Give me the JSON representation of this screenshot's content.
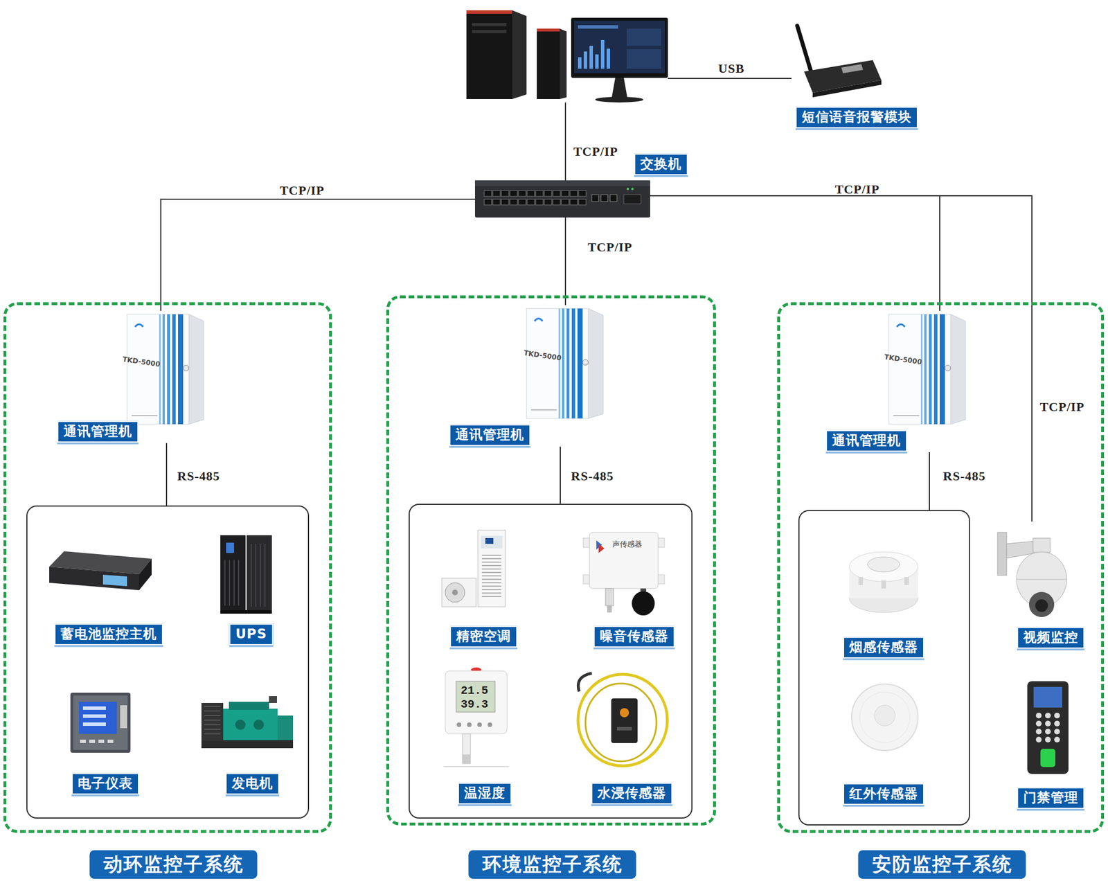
{
  "diagram": {
    "nodes": [
      {
        "text": []
      },
      {
        "text": [
          "短信语音报警模块"
        ]
      },
      {
        "text": [
          "交换机"
        ]
      },
      {
        "text": [
          "动环监控子系统"
        ]
      },
      {
        "text": [
          "通讯管理机"
        ],
        "in": 3
      },
      {
        "text": [],
        "in": 3
      },
      {
        "text": [
          "蓄电池监控主机"
        ],
        "in": 5
      },
      {
        "text": [
          "UPS"
        ],
        "in": 5
      },
      {
        "text": [
          "电子仪表"
        ],
        "in": 5
      },
      {
        "text": [
          "发电机"
        ],
        "in": 5
      },
      {
        "text": [
          "环境监控子系统"
        ]
      },
      {
        "text": [
          "通讯管理机"
        ],
        "in": 10
      },
      {
        "text": [],
        "in": 10
      },
      {
        "text": [
          "精密空调"
        ],
        "in": 12
      },
      {
        "text": [
          "噪音传感器"
        ],
        "in": 12
      },
      {
        "text": [
          "温湿度"
        ],
        "in": 12
      },
      {
        "text": [
          "水浸传感器"
        ],
        "in": 12
      },
      {
        "text": [
          "安防监控子系统"
        ]
      },
      {
        "text": [
          "通讯管理机"
        ],
        "in": 17
      },
      {
        "text": [],
        "in": 17
      },
      {
        "text": [
          "烟感传感器"
        ],
        "in": 19
      },
      {
        "text": [
          "红外传感器"
        ],
        "in": 19
      },
      {
        "text": [
          "视频监控"
        ],
        "in": 17
      },
      {
        "text": [
          "门禁管理"
        ],
        "in": 17
      }
    ],
    "edges": [
      {
        "from": 0,
        "to": 1,
        "label": "USB",
        "arrow": "none"
      },
      {
        "from": 0,
        "to": 2,
        "label": "TCP/IP",
        "arrow": "none"
      },
      {
        "from": 2,
        "to": 4,
        "label": "TCP/IP",
        "arrow": "none"
      },
      {
        "from": 2,
        "to": 11,
        "label": "TCP/IP",
        "arrow": "none"
      },
      {
        "from": 2,
        "to": 18,
        "label": "TCP/IP",
        "arrow": "none"
      },
      {
        "from": 2,
        "to": 22,
        "label": "TCP/IP",
        "arrow": "none"
      },
      {
        "from": 4,
        "to": 5,
        "label": "RS-485",
        "arrow": "none"
      },
      {
        "from": 11,
        "to": 12,
        "label": "RS-485",
        "arrow": "none"
      },
      {
        "from": 18,
        "to": 19,
        "label": "RS-485",
        "arrow": "none"
      }
    ],
    "labels": [
      "TKD-5000",
      "TKD-5000",
      "TKD-5000",
      "声传感器",
      "21.5",
      "39.3"
    ]
  }
}
